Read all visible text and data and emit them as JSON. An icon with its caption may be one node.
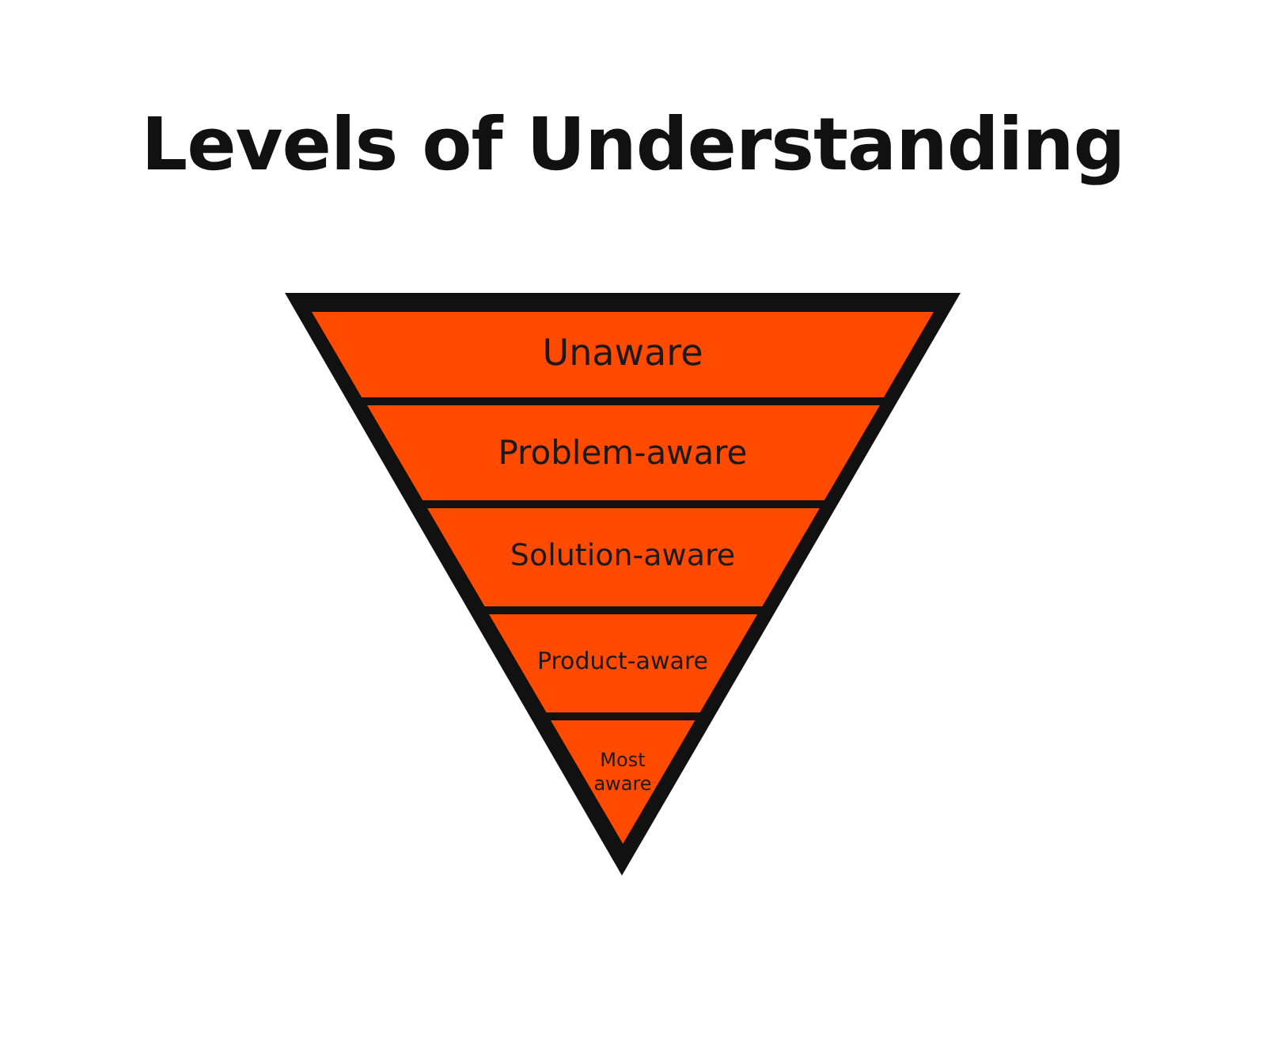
{
  "diagram": {
    "title": "Levels of Understanding",
    "nodes": [
      {
        "text": [
          "Unaware"
        ]
      },
      {
        "text": [
          "Problem-aware"
        ]
      },
      {
        "text": [
          "Solution-aware"
        ]
      },
      {
        "text": [
          "Product-aware"
        ]
      },
      {
        "text": [
          "Most aware"
        ]
      }
    ]
  }
}
